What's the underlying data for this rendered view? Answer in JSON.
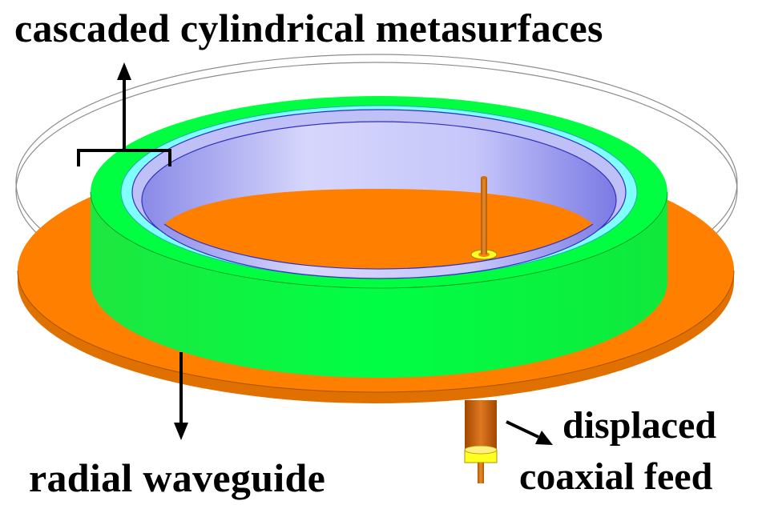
{
  "labels": {
    "metasurfaces": "cascaded cylindrical metasurfaces",
    "radial_waveguide": "radial waveguide",
    "feed_line1": "displaced",
    "feed_line2": "coaxial feed"
  },
  "colors": {
    "waveguide_disk": "#ff8000",
    "metasurface_outer": "#00ff40",
    "metasurface_middle": "#80ffff",
    "metasurface_inner": "#b8b8f8",
    "probe": "#c86400",
    "feed_connector": "#ffff20",
    "top_plate_outline": "#808080",
    "annotation": "#000000"
  }
}
